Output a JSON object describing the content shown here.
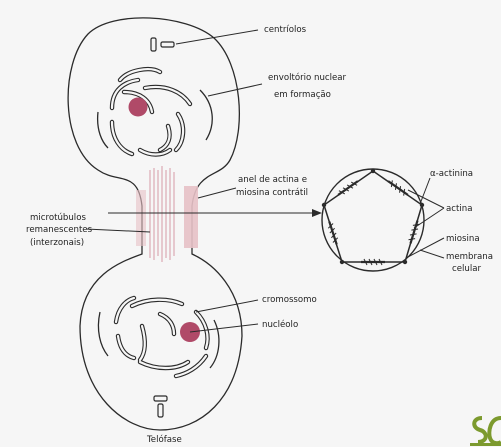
{
  "labels": {
    "centriolos": "centríolos",
    "envoltorio_line1": "envoltório nuclear",
    "envoltorio_line2": "em formação",
    "anel_line1": "anel de actina e",
    "anel_line2": "miosina contrátil",
    "microtubulos_line1": "microtúbulos",
    "microtubulos_line2": "remanescentes",
    "microtubulos_line3": "(interzonais)",
    "alpha_actinina": "α-actinina",
    "actina": "actina",
    "miosina": "miosina",
    "membrana_line1": "membrana",
    "membrana_line2": "celular",
    "cromossomo": "cromossomo",
    "nucleolo": "nucléolo",
    "telofase": "Telófase"
  },
  "colors": {
    "background": "#f6f6f6",
    "outline": "#2b2b2b",
    "nucleolus": "#b04a68",
    "microtubules": "#d9a3ad",
    "ring": "#e7c1c7",
    "logo": "#7c9a2e"
  },
  "logo_icon": "sc-logo-icon"
}
